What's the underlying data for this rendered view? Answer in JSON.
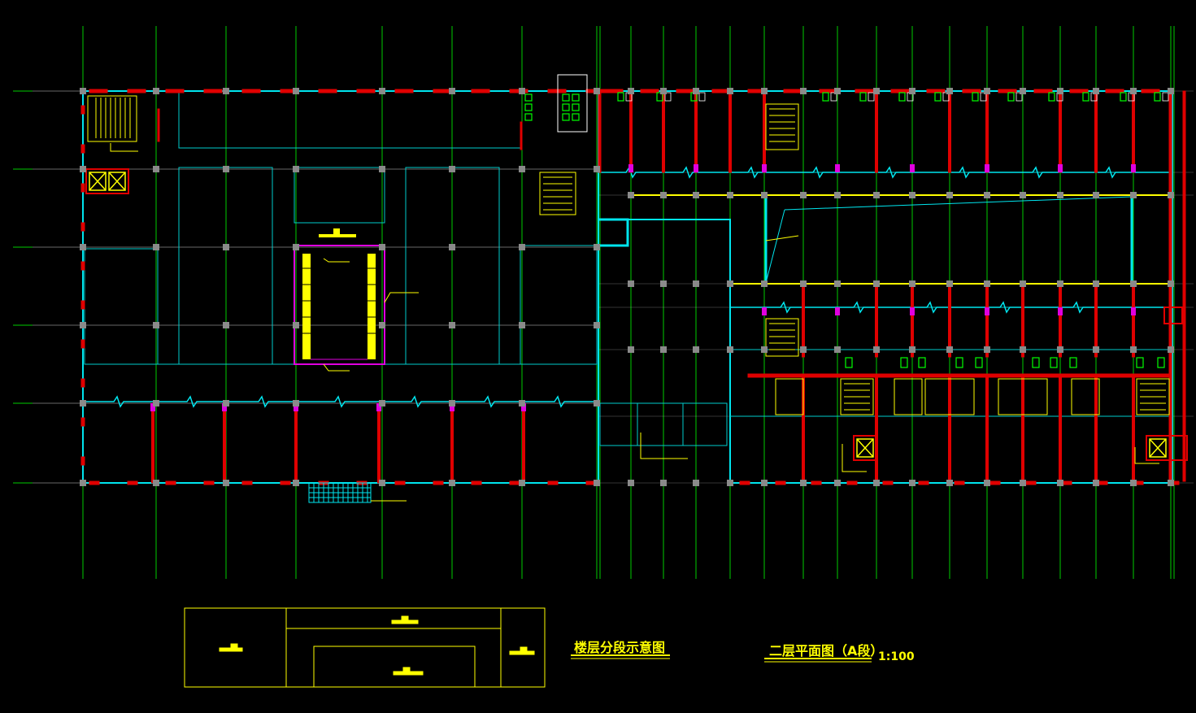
{
  "titles": {
    "segment_diagram_title": "楼层分段示意图",
    "plan_title": "二层平面图（A段）",
    "scale": "1:100"
  },
  "colors": {
    "background": "#000000",
    "grid_axis": "#00cc00",
    "grid_line": "#d0d0d0",
    "wall": "#00e5ee",
    "partition": "#e00000",
    "stair_escalator": "#ffff00",
    "escalator_frame": "#e000e0",
    "column": "#8a8a8a",
    "sanitary": "#00ff00",
    "note": "#ffff00"
  }
}
